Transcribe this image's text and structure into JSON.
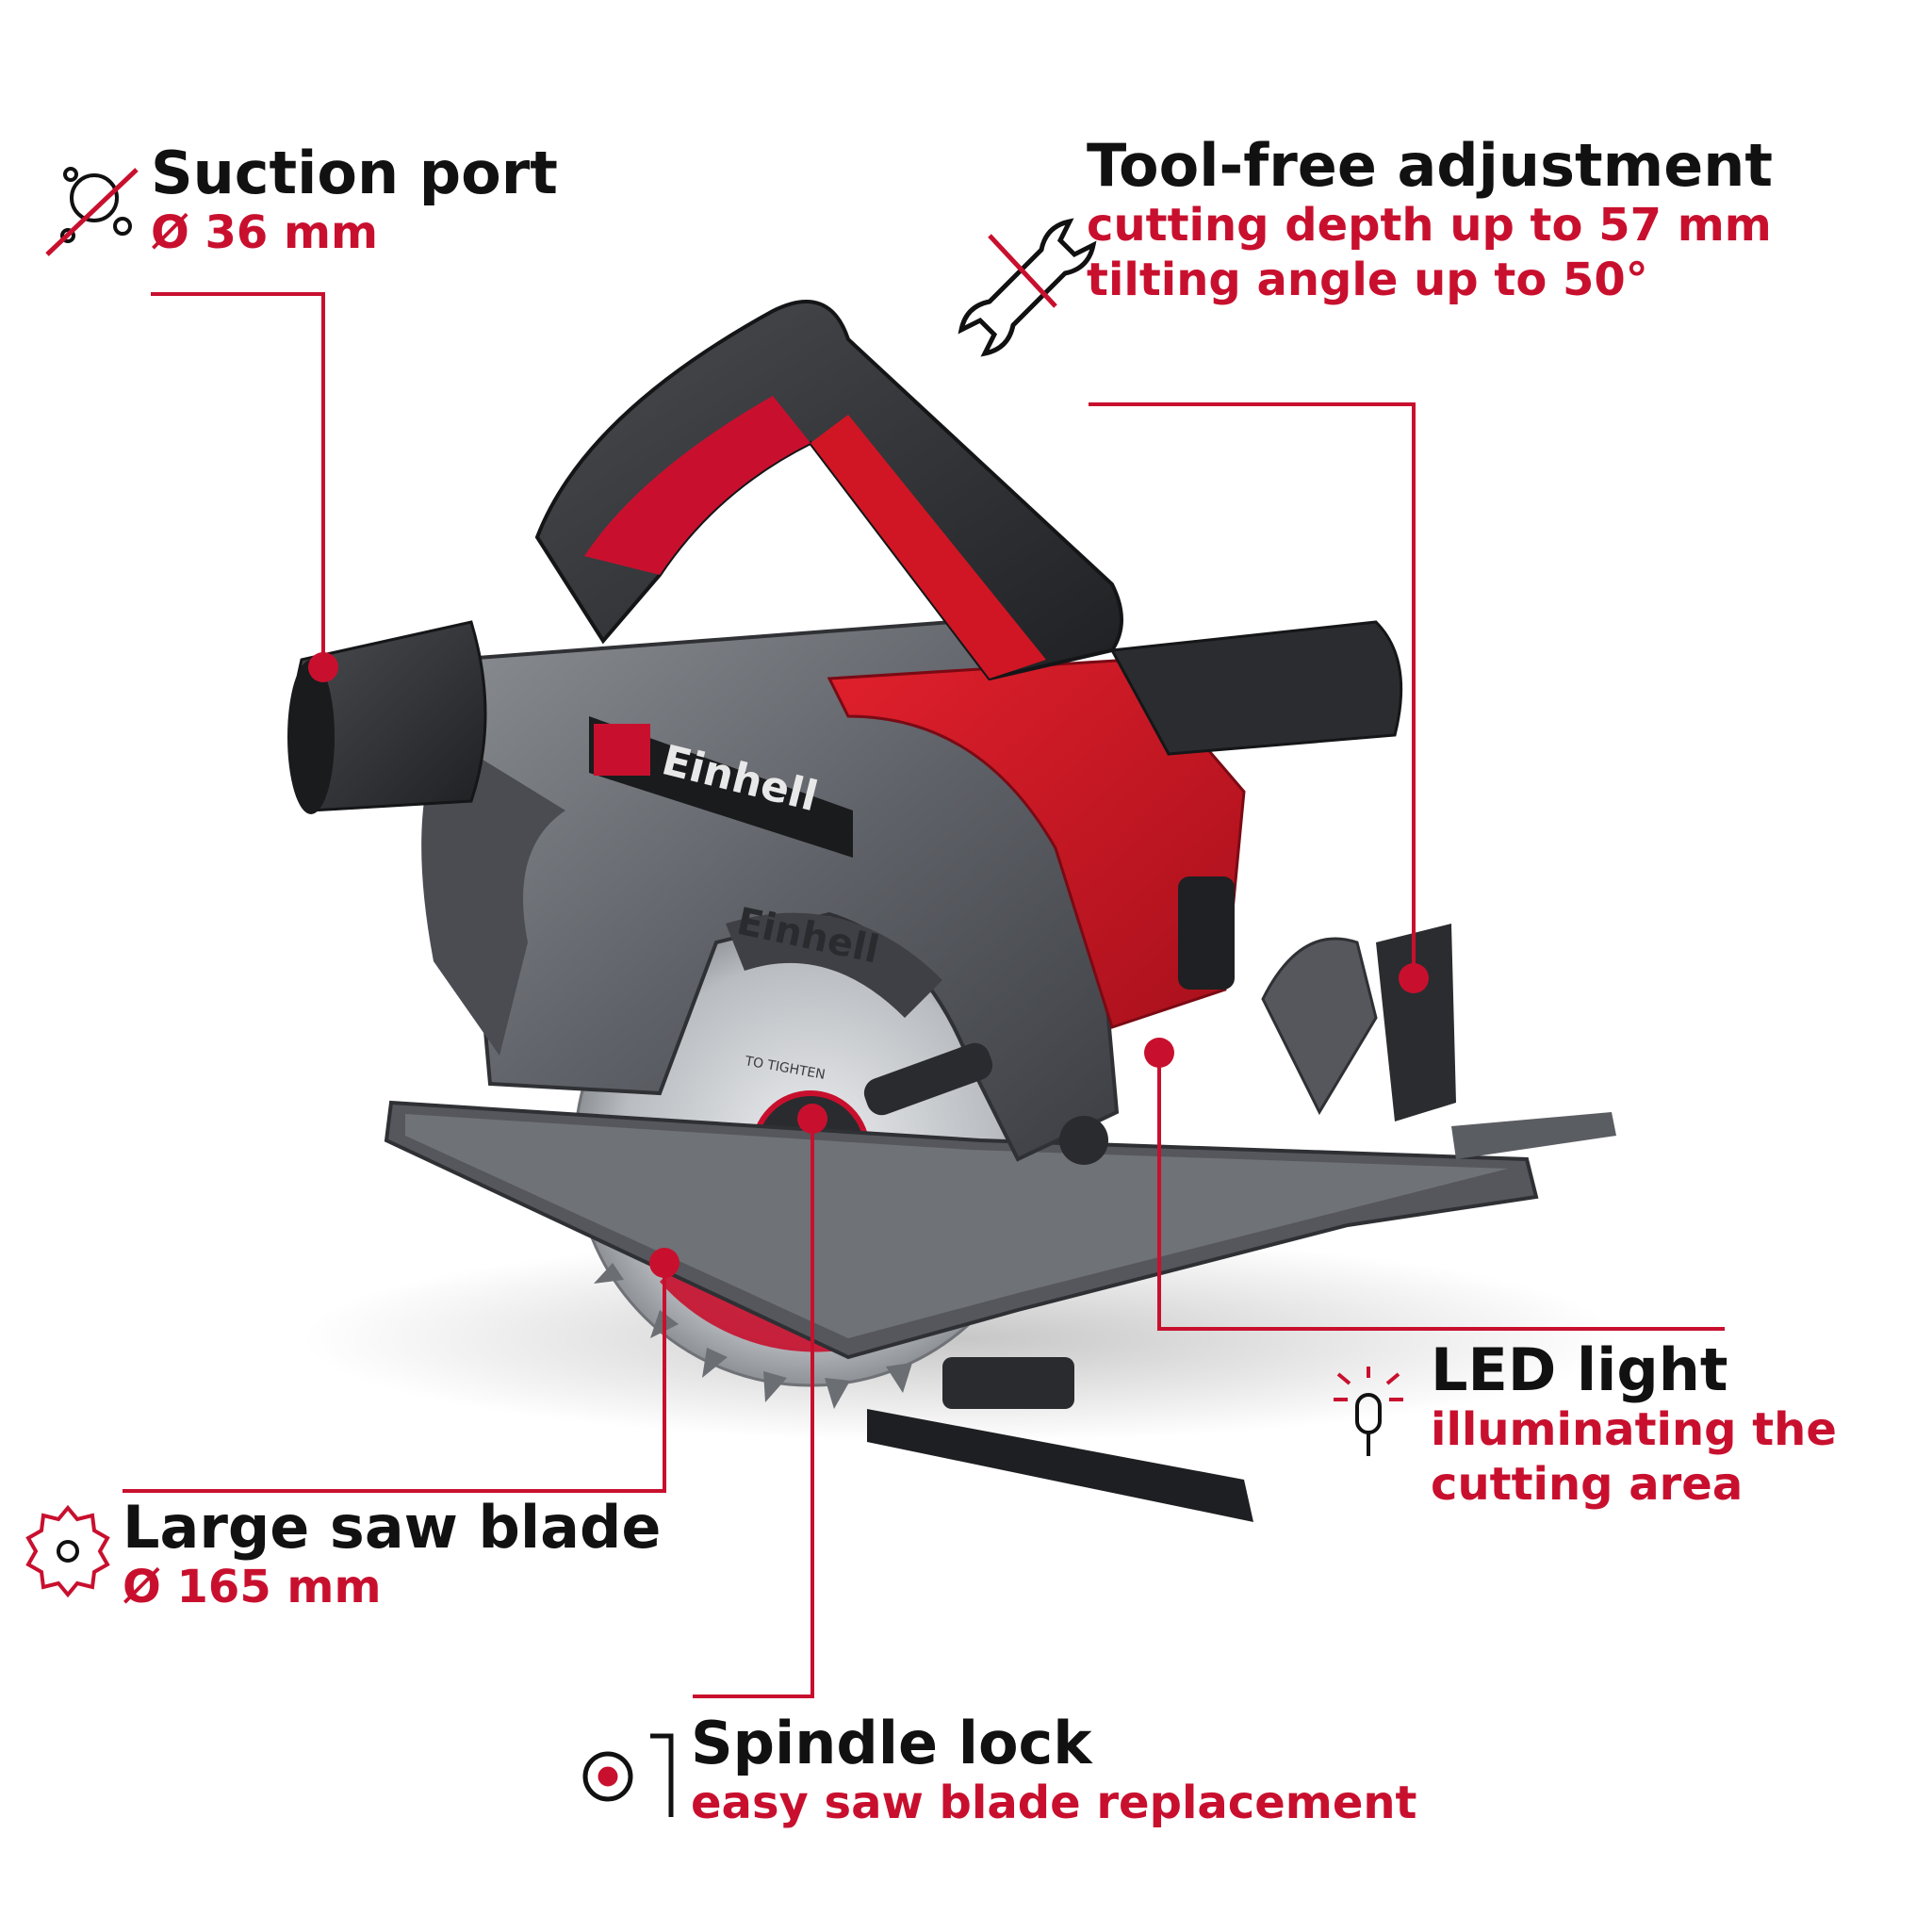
{
  "colors": {
    "accent": "#c8102e",
    "text": "#111111",
    "background": "#ffffff"
  },
  "product": {
    "brand_label": "Einhell",
    "blade_brand_label": "Einhell",
    "blade_marking": "TO TIGHTEN"
  },
  "features": [
    {
      "id": "suction-port",
      "icon": "dust-suction-icon",
      "title": "Suction port",
      "lines": [
        "Ø 36 mm"
      ]
    },
    {
      "id": "tool-free-adjustment",
      "icon": "wrench-icon",
      "title": "Tool-free adjustment",
      "lines": [
        "cutting depth up to 57 mm",
        "tilting angle up to 50°"
      ]
    },
    {
      "id": "led-light",
      "icon": "led-bulb-icon",
      "title": "LED light",
      "lines": [
        "illuminating the",
        "cutting area"
      ]
    },
    {
      "id": "large-saw-blade",
      "icon": "saw-blade-icon",
      "title": "Large saw blade",
      "lines": [
        "Ø 165 mm"
      ]
    },
    {
      "id": "spindle-lock",
      "icon": "spindle-lock-icon",
      "title": "Spindle lock",
      "lines": [
        "easy saw blade replacement"
      ]
    }
  ]
}
